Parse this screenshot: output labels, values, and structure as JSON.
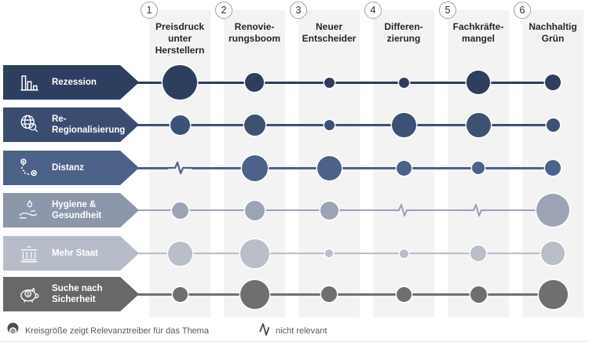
{
  "header": {
    "columns": [
      {
        "number": "1",
        "label": "Preisdruck\nunter\nHerstellern"
      },
      {
        "number": "2",
        "label": "Renovie-\nrungsboom"
      },
      {
        "number": "3",
        "label": "Neuer\nEntscheider"
      },
      {
        "number": "4",
        "label": "Differen-\nzierung"
      },
      {
        "number": "5",
        "label": "Fachkräfte-\nmangel"
      },
      {
        "number": "6",
        "label": "Nachhaltig\nGrün"
      }
    ]
  },
  "rows": [
    {
      "label": "Rezession",
      "icon": "bar-chart-icon",
      "bar_color": "#2E3E5E",
      "circle_color": "#2E3E5E",
      "line_width": 3
    },
    {
      "label": "Re-\nRegionalisierung",
      "icon": "globe-search-icon",
      "bar_color": "#3A4D70",
      "circle_color": "#3D5174",
      "line_width": 3
    },
    {
      "label": "Distanz",
      "icon": "route-icon",
      "bar_color": "#4D6288",
      "circle_color": "#4D6288",
      "line_width": 3
    },
    {
      "label": "Hygiene &\nGesundheit",
      "icon": "hand-hygiene-icon",
      "bar_color": "#8D97AB",
      "circle_color": "#9CA4B6",
      "line_width": 2
    },
    {
      "label": "Mehr Staat",
      "icon": "bank-icon",
      "bar_color": "#B6BCC8",
      "circle_color": "#B9BEC9",
      "line_width": 2
    },
    {
      "label": "Suche nach\nSicherheit",
      "icon": "piggy-bank-icon",
      "bar_color": "#67686A",
      "circle_color": "#6F6F6F",
      "line_width": 3
    }
  ],
  "legend": {
    "size_note": "Kreisgröße zeigt Relevanztreiber für das Thema",
    "not_relevant": "nicht relevant",
    "size_icon": "circle-size-icon",
    "not_relevant_icon": "zigzag-icon"
  },
  "chart_data": {
    "type": "heatmap",
    "title": "",
    "x_categories": [
      "Preisdruck unter Herstellern",
      "Renovierungsboom",
      "Neuer Entscheider",
      "Differenzierung",
      "Fachkräftemangel",
      "Nachhaltig Grün"
    ],
    "y_categories": [
      "Rezession",
      "Re-Regionalisierung",
      "Distanz",
      "Hygiene & Gesundheit",
      "Mehr Staat",
      "Suche nach Sicherheit"
    ],
    "value_meaning": "relative relevance rendered as circle diameter in px; null = nicht relevant (zigzag)",
    "values": [
      [
        44,
        24,
        13,
        13,
        30,
        20
      ],
      [
        25,
        27,
        13,
        31,
        31,
        17
      ],
      [
        null,
        33,
        31,
        19,
        16,
        20
      ],
      [
        21,
        25,
        23,
        null,
        null,
        42
      ],
      [
        31,
        37,
        10,
        11,
        20,
        30
      ],
      [
        19,
        37,
        20,
        19,
        21,
        37
      ]
    ],
    "legend_position": "bottom",
    "grid": "vertical light-gray column bands"
  },
  "colors": {
    "background": "#FFFFFF",
    "band": "#F3F3F4",
    "header_text": "#26262E",
    "badge_border": "#A3A3A3",
    "legend_text": "#5A5A5A",
    "legend_icon": "#4E4E4E"
  }
}
